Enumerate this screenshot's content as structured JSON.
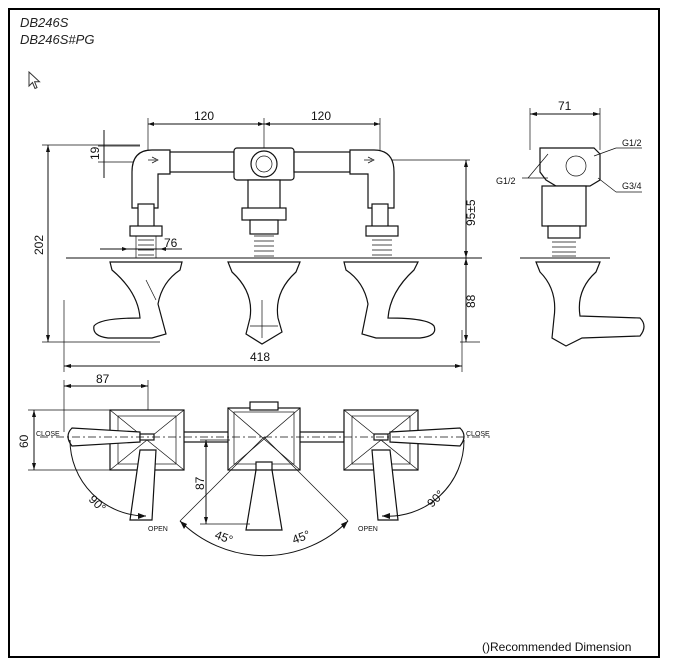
{
  "header": {
    "model_1": "DB246S",
    "model_2": "DB246S#PG"
  },
  "dimensions": {
    "d120_left": "120",
    "d120_right": "120",
    "d19": "19",
    "d202": "202",
    "d76": "76",
    "d95": "95±5",
    "d88": "88",
    "d418": "418",
    "d71": "71",
    "d87_top": "87",
    "d60": "60",
    "d87_vert": "87",
    "angle_90_left": "90°",
    "angle_90_right": "90°",
    "angle_45_left": "45°",
    "angle_45_right": "45°"
  },
  "thread_labels": {
    "g12_top": "G1/2",
    "g12_side": "G1/2",
    "g34": "G3/4"
  },
  "position_labels": {
    "close_left": "CLOSE",
    "close_right": "CLOSE",
    "open_left": "OPEN",
    "open_right": "OPEN"
  },
  "footer": {
    "note": "()Recommended Dimension"
  }
}
